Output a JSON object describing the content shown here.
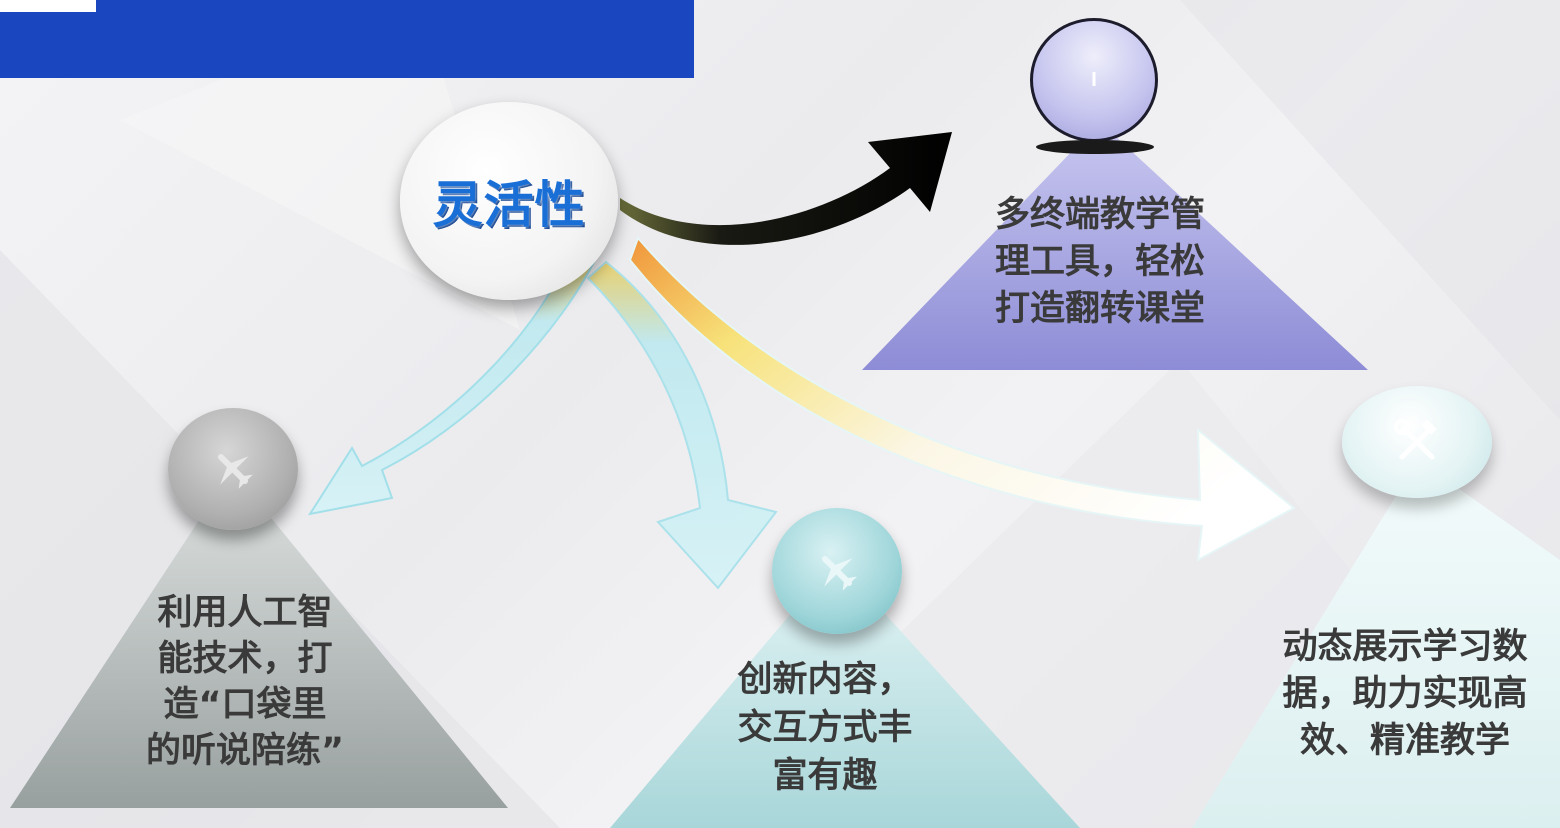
{
  "center": {
    "label": "灵活性"
  },
  "nodes": [
    {
      "id": "top-right",
      "lines": [
        "多终端教学管",
        "理工具，轻松",
        "打造翻转课堂"
      ],
      "icon": "no-icon"
    },
    {
      "id": "bottom-left",
      "lines": [
        "利用人工智",
        "能技术，打",
        "造“口袋里",
        "的听说陪练”"
      ],
      "icon": "airplane-icon"
    },
    {
      "id": "bottom-center",
      "lines": [
        "创新内容，",
        "交互方式丰",
        "富有趣"
      ],
      "icon": "airplane-icon"
    },
    {
      "id": "right",
      "lines": [
        "动态展示学习数",
        "据，助力实现高",
        "效、精准教学"
      ],
      "icon": "tools-icon"
    }
  ],
  "colors": {
    "header": "#1a46c0",
    "center_text": "#1a6fd6",
    "purple_pyramid": "#9a99dc",
    "gray_pyramid": "#a6aaa9",
    "teal_pyramid": "#b4dadd",
    "arrow_black": "#0d0d0d",
    "arrow_gradient": [
      "#f0953a",
      "#f7e27a",
      "#ffffff"
    ],
    "arrow_cyan": "#9fe0ee"
  }
}
